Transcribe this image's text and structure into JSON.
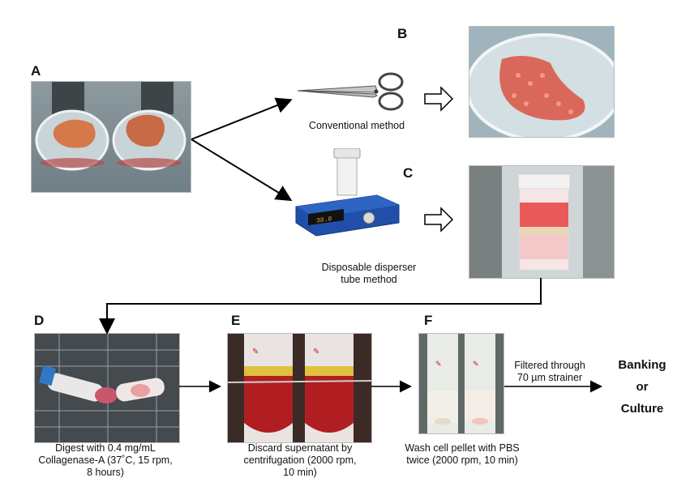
{
  "panels": {
    "a": {
      "letter": "A"
    },
    "b": {
      "letter": "B",
      "caption": "Conventional method"
    },
    "c": {
      "letter": "C",
      "caption_line1": "Disposable disperser",
      "caption_line2": "tube method"
    },
    "d": {
      "letter": "D",
      "caption_line1": "Digest with 0.4 mg/mL",
      "caption_line2": "Collagenase-A (37˚C, 15 rpm,",
      "caption_line3": "8 hours)"
    },
    "e": {
      "letter": "E",
      "caption_line1": "Discard supernatant by",
      "caption_line2": "centrifugation (2000 rpm,",
      "caption_line3": "10 min)"
    },
    "f": {
      "letter": "F",
      "caption_line1": "Wash cell pellet with PBS",
      "caption_line2": "twice  (2000 rpm, 10 min)"
    }
  },
  "filter_label": {
    "line1": "Filtered through",
    "line2": "70 µm strainer"
  },
  "outcome": {
    "line1": "Banking",
    "line2": "or",
    "line3": "Culture"
  },
  "device_display": "38.0"
}
